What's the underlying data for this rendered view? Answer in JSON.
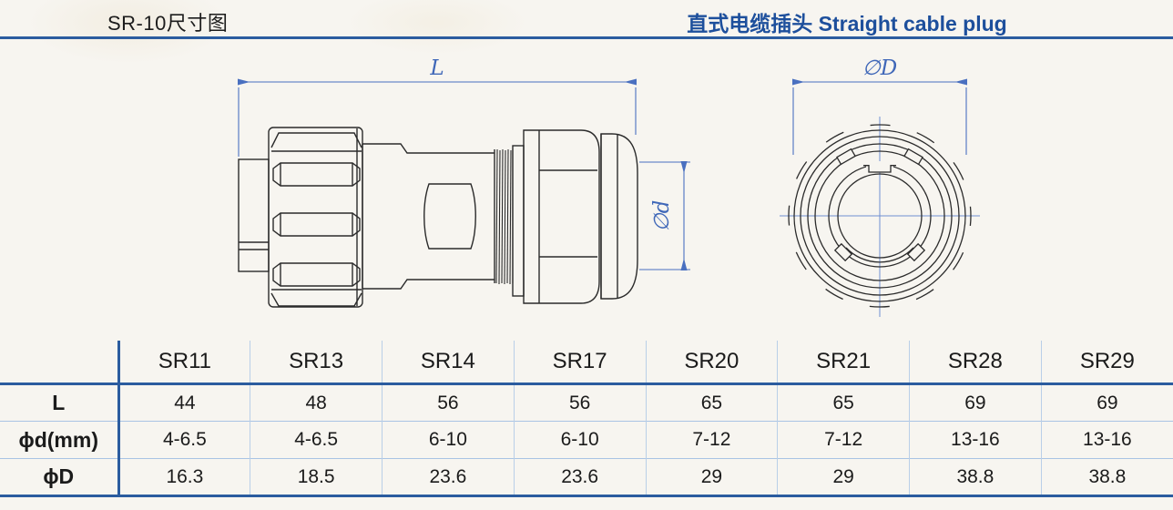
{
  "header": {
    "left_title": "SR-10尺寸图",
    "right_title": "直式电缆插头 Straight cable plug"
  },
  "drawing": {
    "dim_length_label": "L",
    "dim_small_diameter_label": "∅d",
    "dim_big_diameter_label": "∅D"
  },
  "table": {
    "columns": [
      "",
      "SR11",
      "SR13",
      "SR14",
      "SR17",
      "SR20",
      "SR21",
      "SR28",
      "SR29"
    ],
    "rows": [
      {
        "label": "L",
        "values": [
          "44",
          "48",
          "56",
          "56",
          "65",
          "65",
          "69",
          "69"
        ]
      },
      {
        "label": "ϕd(mm)",
        "values": [
          "4-6.5",
          "4-6.5",
          "6-10",
          "6-10",
          "7-12",
          "7-12",
          "13-16",
          "13-16"
        ]
      },
      {
        "label": "ϕD",
        "values": [
          "16.3",
          "18.5",
          "23.6",
          "23.6",
          "29",
          "29",
          "38.8",
          "38.8"
        ]
      }
    ]
  },
  "colors": {
    "title_blue": "#1d4f9c",
    "rule_blue": "#2b5c9f",
    "table_light_blue": "#a9c4e4",
    "dimension_blue": "#4a70c0",
    "centerline_blue": "#6f8fd2",
    "outline_black": "#2b2b2b",
    "background": "#f7f5f0"
  }
}
